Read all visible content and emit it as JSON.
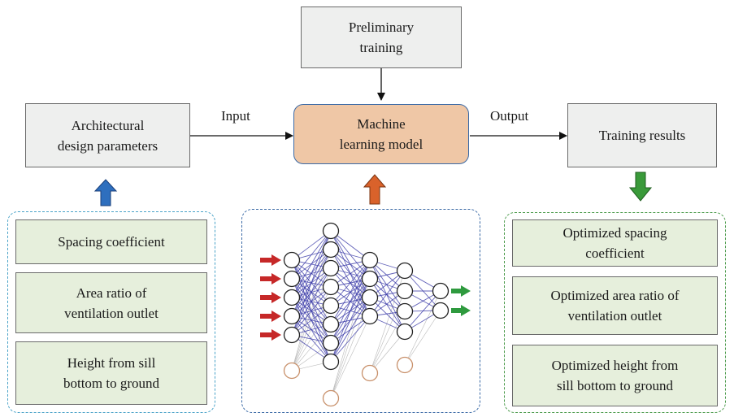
{
  "top_box": "Preliminary\ntraining",
  "input_box": "Architectural\ndesign parameters",
  "model_box": "Machine\nlearning model",
  "output_box": "Training results",
  "input_label": "Input",
  "output_label": "Output",
  "parameters": [
    "Spacing coefficient",
    "Area ratio of\nventilation outlet",
    "Height from sill\nbottom to ground"
  ],
  "optimized": [
    "Optimized spacing\ncoefficient",
    "Optimized area ratio of\nventilation outlet",
    "Optimized height from\nsill bottom to ground"
  ],
  "colors": {
    "input_arrow": "#2e6fbe",
    "model_arrow": "#d9622b",
    "output_arrow": "#3a9a3a",
    "input_dashes": "#4aa3c8",
    "network_dashes": "#3b6aa6",
    "output_dashes": "#4a9a4a",
    "neuron_in_arrow": "#c62828",
    "neuron_out_arrow": "#2e9a3e",
    "connections": "#3b3ba8",
    "bias_node": "#c8906a"
  }
}
